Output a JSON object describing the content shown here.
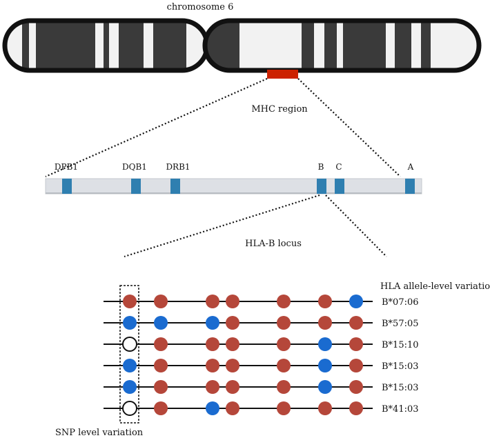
{
  "chromosome": {
    "label": "chromosome 6"
  },
  "mhc": {
    "label": "MHC region"
  },
  "genes": [
    {
      "label": "DPB1"
    },
    {
      "label": "DQB1"
    },
    {
      "label": "DRB1"
    },
    {
      "label": "B"
    },
    {
      "label": "C"
    },
    {
      "label": "A"
    }
  ],
  "locus": {
    "label": "HLA-B locus"
  },
  "variation": {
    "header": "HLA allele-level variation",
    "snp_label": "SNP level variation",
    "rows": [
      {
        "allele": "B*07:06",
        "snps": [
          "red",
          "red",
          "red",
          "red",
          "red",
          "red",
          "blue"
        ]
      },
      {
        "allele": "B*57:05",
        "snps": [
          "blue",
          "blue",
          "blue",
          "red",
          "red",
          "red",
          "red"
        ]
      },
      {
        "allele": "B*15:10",
        "snps": [
          "open",
          "red",
          "red",
          "red",
          "red",
          "blue",
          "red"
        ]
      },
      {
        "allele": "B*15:03",
        "snps": [
          "blue",
          "red",
          "red",
          "red",
          "red",
          "blue",
          "red"
        ]
      },
      {
        "allele": "B*15:03",
        "snps": [
          "blue",
          "red",
          "red",
          "red",
          "red",
          "blue",
          "red"
        ]
      },
      {
        "allele": "B*41:03",
        "snps": [
          "open",
          "red",
          "blue",
          "red",
          "red",
          "red",
          "red"
        ]
      }
    ]
  },
  "colors": {
    "red": "#b5473a",
    "blue": "#1a6bd0",
    "gene_block": "#2f7fb0",
    "mhc_mark": "#cc2200",
    "band_dark": "#3a3a3a",
    "band_light": "#f2f2f2"
  }
}
